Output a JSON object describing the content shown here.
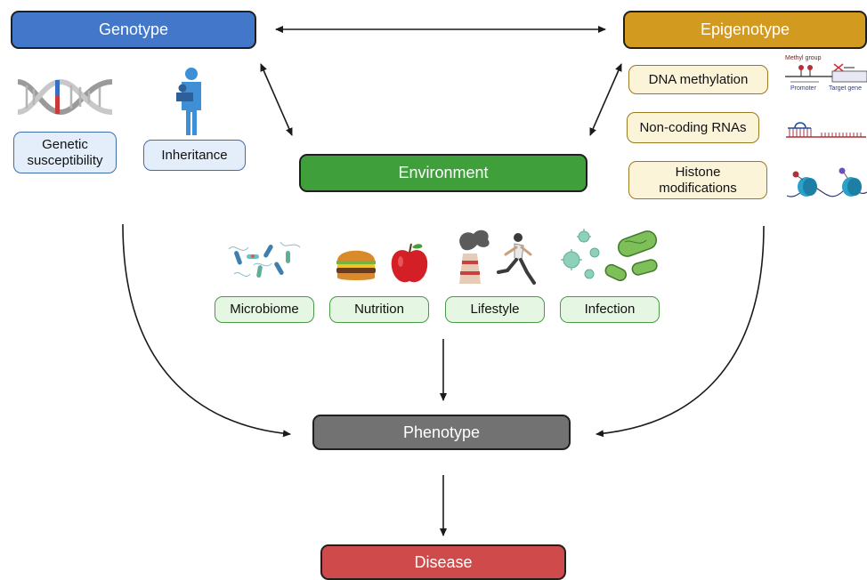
{
  "nodes": {
    "genotype": "Genotype",
    "epigenotype": "Epigenotype",
    "environment": "Environment",
    "phenotype": "Phenotype",
    "disease": "Disease"
  },
  "genotype_items": {
    "genetic": "Genetic susceptibility",
    "inheritance": "Inheritance"
  },
  "epigenotype_items": {
    "dna_methylation": "DNA methylation",
    "ncrna": "Non-coding RNAs",
    "histone": "Histone modifications"
  },
  "methylation_diagram": {
    "methyl_group": "Methyl group",
    "promoter": "Promoter",
    "target_gene": "Target gene"
  },
  "environment_items": {
    "microbiome": "Microbiome",
    "nutrition": "Nutrition",
    "lifestyle": "Lifestyle",
    "infection": "Infection"
  },
  "colors": {
    "genotype": "#4277c9",
    "epigenotype": "#d39a20",
    "environment": "#3f9f3a",
    "phenotype": "#727272",
    "disease": "#cf4a4a"
  }
}
